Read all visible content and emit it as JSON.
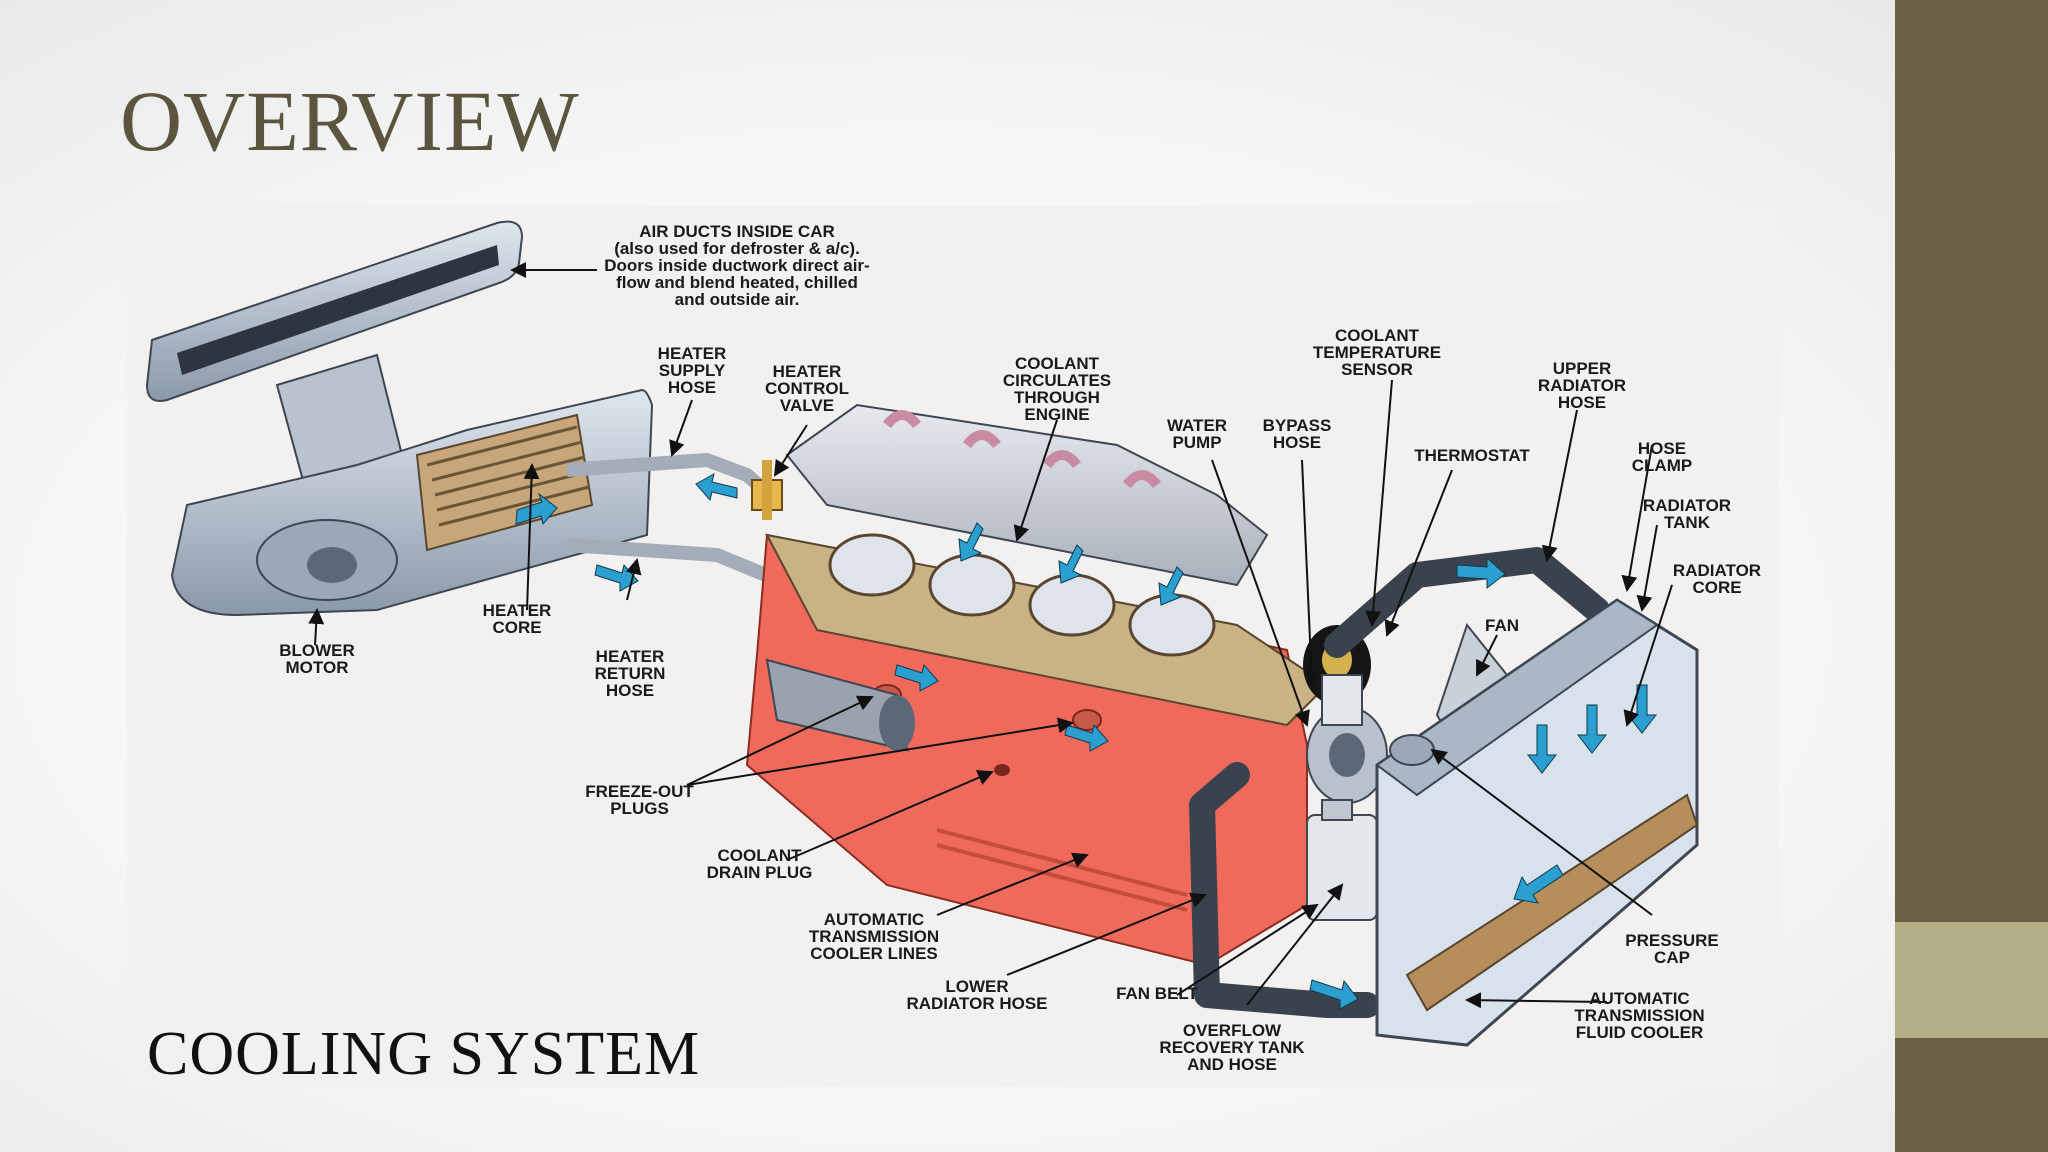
{
  "slide": {
    "title": "OVERVIEW",
    "colors": {
      "sidebar": "#6b6149",
      "accent": "#b3ad86",
      "title": "#5b543e",
      "coolant_flow": "#2b9fd0",
      "engine_block": "#ef6a5a",
      "engine_head": "#c9b283"
    }
  },
  "diagram": {
    "caption": "COOLING SYSTEM",
    "labels": {
      "air_ducts": "AIR DUCTS INSIDE CAR\n(also used for defroster & a/c).\nDoors inside ductwork direct air-\nflow and blend heated, chilled\nand outside air.",
      "heater_supply_hose": "HEATER\nSUPPLY\nHOSE",
      "heater_control_valve": "HEATER\nCONTROL\nVALVE",
      "coolant_circulates": "COOLANT\nCIRCULATES\nTHROUGH\nENGINE",
      "coolant_temp_sensor": "COOLANT\nTEMPERATURE\nSENSOR",
      "water_pump": "WATER\nPUMP",
      "bypass_hose": "BYPASS\nHOSE",
      "thermostat": "THERMOSTAT",
      "upper_radiator_hose": "UPPER\nRADIATOR\nHOSE",
      "hose_clamp": "HOSE\nCLAMP",
      "radiator_tank": "RADIATOR\nTANK",
      "radiator_core": "RADIATOR\nCORE",
      "fan": "FAN",
      "heater_core": "HEATER\nCORE",
      "blower_motor": "BLOWER\nMOTOR",
      "heater_return_hose": "HEATER\nRETURN\nHOSE",
      "freeze_out_plugs": "FREEZE-OUT\nPLUGS",
      "coolant_drain_plug": "COOLANT\nDRAIN PLUG",
      "auto_trans_cooler_lines": "AUTOMATIC\nTRANSMISSION\nCOOLER LINES",
      "lower_radiator_hose": "LOWER\nRADIATOR HOSE",
      "fan_belt": "FAN BELT",
      "overflow_tank": "OVERFLOW\nRECOVERY TANK\nAND HOSE",
      "pressure_cap": "PRESSURE\nCAP",
      "auto_trans_fluid_cooler": "AUTOMATIC\nTRANSMISSION\nFLUID COOLER"
    }
  }
}
